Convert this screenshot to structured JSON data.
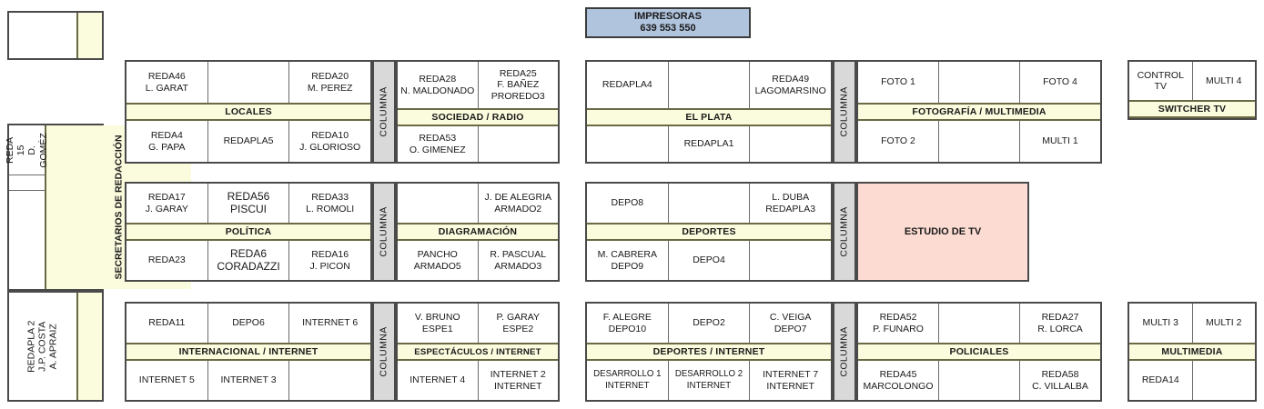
{
  "printers": {
    "title": "IMPRESORAS",
    "numbers": "639  553  550",
    "color": "#b0c4de"
  },
  "colors": {
    "band": "#fbfbdd",
    "columna": "#d9d9d9",
    "studio": "#fcdcd2",
    "printers": "#b0c4de"
  },
  "columna_label": "COLUMNA",
  "studio": {
    "label": "ESTUDIO DE TV"
  },
  "sidebar": {
    "band_label": "SECRETARIOS DE REDACCIÓN",
    "top_box": {
      "segments": [
        "",
        ""
      ]
    },
    "mid_box": {
      "segments": [
        "REDA 15\nD. GOMÉZ",
        "",
        ""
      ]
    },
    "bottom_box": {
      "segments": [
        "REDAPLA 2\nJ.P. COSTA\nA. APRAIZ"
      ]
    }
  },
  "blocks": {
    "locales": {
      "band": "LOCALES",
      "top": [
        "REDA46\nL. GARAT",
        "",
        "REDA20\nM. PEREZ"
      ],
      "bottom": [
        "REDA4\nG. PAPA",
        "REDAPLA5",
        "REDA10\nJ. GLORIOSO"
      ]
    },
    "sociedad_radio": {
      "band": "SOCIEDAD / RADIO",
      "top": [
        "REDA28\nN. MALDONADO",
        "REDA25\nF. BAÑEZ\nPROREDO3"
      ],
      "bottom": [
        "REDA53\nO. GIMENEZ",
        ""
      ]
    },
    "el_plata": {
      "band": "EL PLATA",
      "top": [
        "REDAPLA4",
        "",
        "REDA49\nLAGOMARSINO"
      ],
      "bottom": [
        "",
        "REDAPLA1",
        ""
      ]
    },
    "fotografia_multimedia": {
      "band": "FOTOGRAFÍA / MULTIMEDIA",
      "top": [
        "FOTO 1",
        "",
        "FOTO 4"
      ],
      "bottom": [
        "FOTO 2",
        "",
        "MULTI 1"
      ]
    },
    "switcher_tv": {
      "band": "SWITCHER TV",
      "top": [
        "CONTROL TV",
        "MULTI 4"
      ]
    },
    "politica": {
      "band": "POLÍTICA",
      "top": [
        "REDA17\nJ. GARAY",
        "REDA56\nPISCUI",
        "REDA33\nL. ROMOLI"
      ],
      "bottom": [
        "REDA23",
        "REDA6\nCORADAZZI",
        "REDA16\nJ. PICON"
      ]
    },
    "diagramacion": {
      "band": "DIAGRAMACIÓN",
      "top": [
        "",
        "J. DE ALEGRIA\nARMADO2"
      ],
      "bottom": [
        "PANCHO\nARMADO5",
        "R. PASCUAL\nARMADO3"
      ]
    },
    "deportes": {
      "band": "DEPORTES",
      "top": [
        "DEPO8",
        "",
        "L. DUBA\nREDAPLA3"
      ],
      "bottom": [
        "M. CABRERA\nDEPO9",
        "DEPO4",
        ""
      ]
    },
    "internacional_internet": {
      "band": "INTERNACIONAL / INTERNET",
      "top": [
        "REDA11",
        "DEPO6",
        "INTERNET 6"
      ],
      "bottom": [
        "INTERNET 5",
        "INTERNET 3",
        ""
      ]
    },
    "espectaculos_internet": {
      "band": "ESPECTÁCULOS / INTERNET",
      "top": [
        "V. BRUNO\nESPE1",
        "P. GARAY\nESPE2"
      ],
      "bottom": [
        "INTERNET 4",
        "INTERNET 2\nINTERNET"
      ]
    },
    "deportes_internet": {
      "band": "DEPORTES / INTERNET",
      "top": [
        "F. ALEGRE\nDEPO10",
        "DEPO2",
        "C. VEIGA\nDEPO7"
      ],
      "bottom": [
        "DESARROLLO 1\nINTERNET",
        "DESARROLLO 2\nINTERNET",
        "INTERNET 7\nINTERNET"
      ]
    },
    "policiales": {
      "band": "POLICIALES",
      "top": [
        "REDA52\nP. FUNARO",
        "",
        "REDA27\nR. LORCA"
      ],
      "bottom": [
        "REDA45\nMARCOLONGO",
        "",
        "REDA58\nC. VILLALBA"
      ]
    },
    "multimedia": {
      "band": "MULTIMEDIA",
      "top": [
        "MULTI 3",
        "MULTI 2"
      ],
      "bottom": [
        "REDA14",
        ""
      ]
    }
  }
}
